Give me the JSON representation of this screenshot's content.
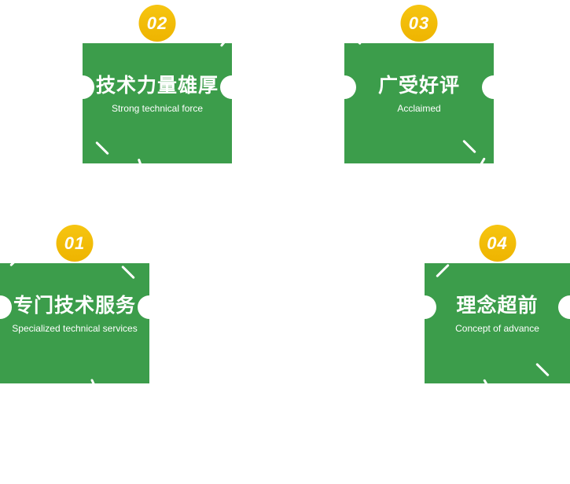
{
  "theme": {
    "green": "#3c9d4b",
    "yellow": "#f6c511",
    "text": "#ffffff"
  },
  "features": [
    {
      "number": "01",
      "title": "专门技术服务",
      "subtitle": "Specialized technical services"
    },
    {
      "number": "02",
      "title": "技术力量雄厚",
      "subtitle": "Strong technical force"
    },
    {
      "number": "03",
      "title": "广受好评",
      "subtitle": "Acclaimed"
    },
    {
      "number": "04",
      "title": "理念超前",
      "subtitle": "Concept of advance"
    }
  ]
}
